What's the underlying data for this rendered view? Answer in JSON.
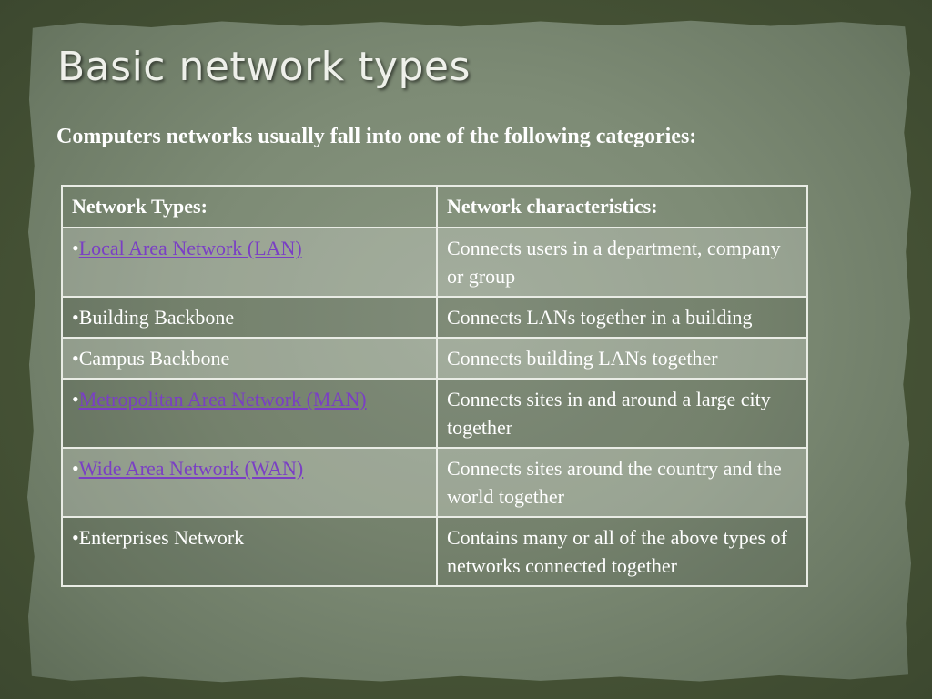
{
  "slide": {
    "title": "Basic network types",
    "intro": "Computers networks usually fall into one of the following categories:"
  },
  "table": {
    "headers": [
      "Network Types:",
      "Network characteristics:"
    ],
    "bullet": "•",
    "rows": [
      {
        "type": "Local Area Network (LAN)",
        "is_link": true,
        "characteristic": "Connects users in a department, company or group"
      },
      {
        "type": "Building Backbone",
        "is_link": false,
        "characteristic": "Connects LANs together in a building"
      },
      {
        "type": "Campus Backbone",
        "is_link": false,
        "characteristic": "Connects building LANs  together"
      },
      {
        "type": "Metropolitan Area Network (MAN)",
        "is_link": true,
        "characteristic": "Connects sites in and around a large city together"
      },
      {
        "type": "Wide Area Network (WAN)",
        "is_link": true,
        "characteristic": "Connects sites around the country and the world together"
      },
      {
        "type": "Enterprises Network",
        "is_link": false,
        "characteristic": "Contains many or all of the above types of networks connected together"
      }
    ]
  },
  "colors": {
    "background": "#55633f",
    "paper": "#7d8b75",
    "text": "#ffffff",
    "link": "#7a3fc4",
    "border": "#e9ece5"
  }
}
